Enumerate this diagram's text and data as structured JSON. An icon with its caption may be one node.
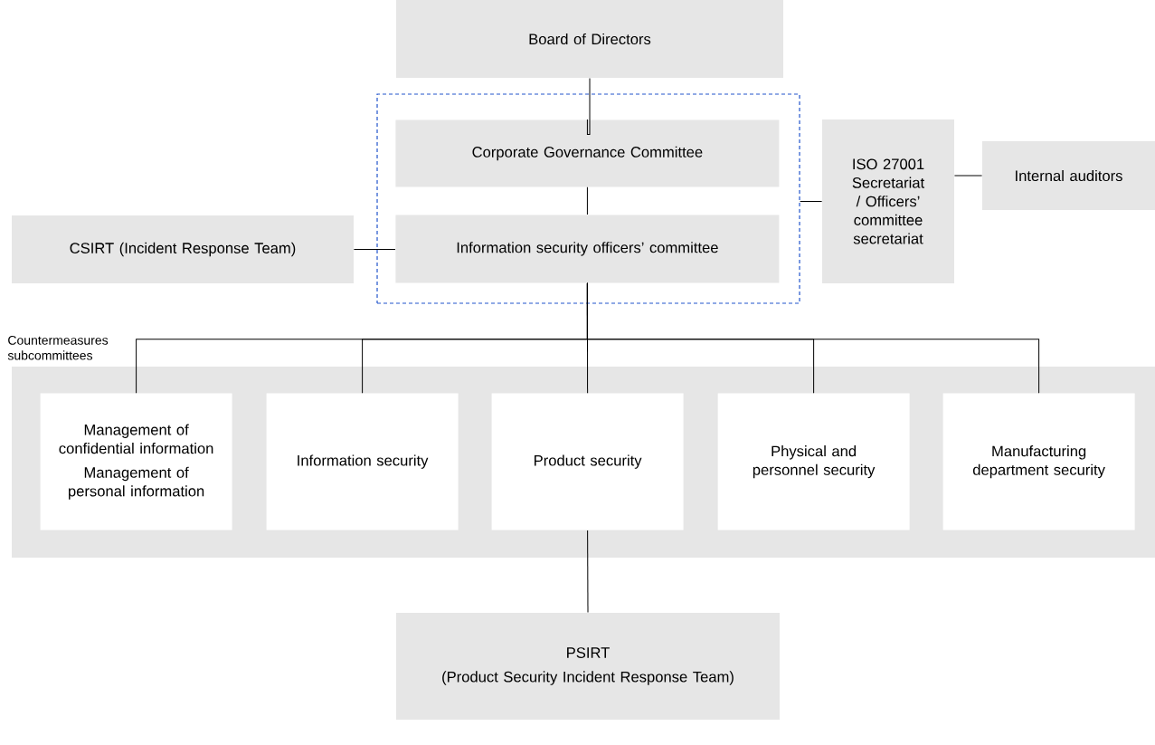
{
  "diagram": {
    "nodes": [
      {
        "text": [
          "Board of Directors"
        ]
      },
      {
        "text": [],
        "shape": "box"
      },
      {
        "text": [
          "Corporate Governance Committee"
        ],
        "in": 1
      },
      {
        "text": [
          "Information security officers’ committee"
        ],
        "in": 1
      },
      {
        "text": [
          "CSIRT (Incident Response Team)"
        ]
      },
      {
        "text": [
          "ISO 27001 Secretariat / Officers’ committee secretariat"
        ]
      },
      {
        "text": [
          "Internal auditors"
        ]
      },
      {
        "text": [
          "Countermeasures subcommittees"
        ]
      },
      {
        "text": [
          "Management of confidential information",
          "Management of personal information"
        ],
        "in": 7
      },
      {
        "text": [
          "Information security"
        ],
        "in": 7
      },
      {
        "text": [
          "Product security"
        ],
        "in": 7
      },
      {
        "text": [
          "Physical and personnel security"
        ],
        "in": 7
      },
      {
        "text": [
          "Manufacturing department security"
        ],
        "in": 7
      },
      {
        "text": [
          "PSIRT",
          "(Product Security Incident Response Team)"
        ]
      }
    ],
    "edges": [
      {
        "from": 0,
        "to": 2,
        "arrow": "none"
      },
      {
        "from": 2,
        "to": 3,
        "arrow": "none"
      },
      {
        "from": 4,
        "to": 3,
        "arrow": "none"
      },
      {
        "from": 1,
        "to": 5,
        "arrow": "none"
      },
      {
        "from": 5,
        "to": 6,
        "arrow": "none"
      },
      {
        "from": 3,
        "to": 8,
        "arrow": "none"
      },
      {
        "from": 3,
        "to": 9,
        "arrow": "none"
      },
      {
        "from": 3,
        "to": 10,
        "arrow": "none"
      },
      {
        "from": 3,
        "to": 11,
        "arrow": "none"
      },
      {
        "from": 3,
        "to": 12,
        "arrow": "none"
      },
      {
        "from": 10,
        "to": 13,
        "arrow": "none"
      }
    ]
  }
}
